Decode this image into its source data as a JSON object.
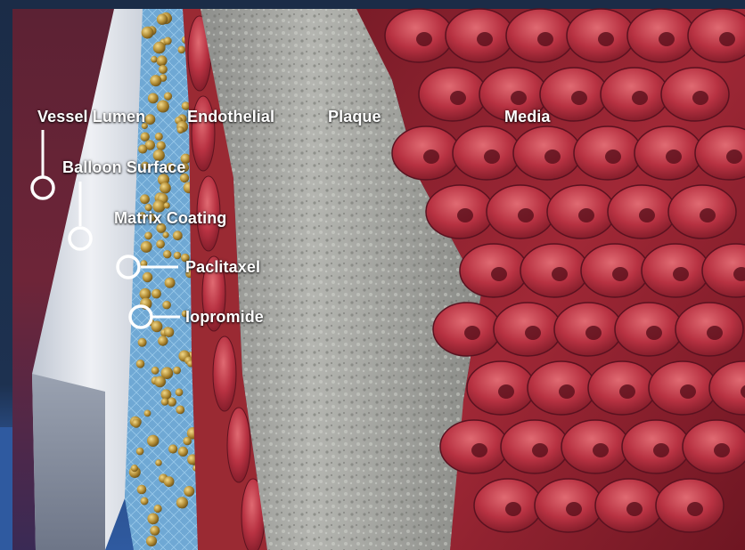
{
  "labels": {
    "vessel_lumen": "Vessel Lumen",
    "endothelial": "Endothelial",
    "plaque": "Plaque",
    "media": "Media",
    "balloon_surface": "Balloon Surface",
    "matrix_coating": "Matrix Coating",
    "paclitaxel": "Paclitaxel",
    "iopromide": "Iopromide"
  },
  "colors": {
    "background": "#1b2c47",
    "lumen": "#6a2438",
    "balloon": "#dfe3ea",
    "coating_particles": "#b8913a",
    "coating_matrix": "#8fc3e8",
    "endothelium": "#b23a3c",
    "plaque": "#a7a8a3",
    "media_cells": "#b42b3a",
    "label_text": "#ffffff"
  }
}
